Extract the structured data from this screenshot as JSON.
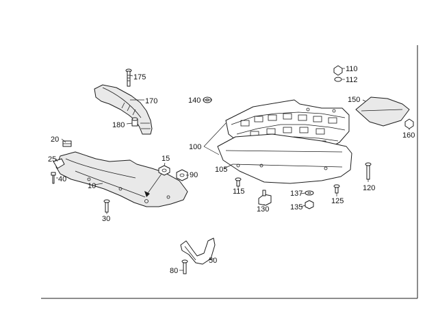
{
  "callouts": {
    "c10": "10",
    "c15": "15",
    "c20": "20",
    "c25": "25",
    "c30": "30",
    "c40": "40",
    "c50": "50",
    "c80": "80",
    "c90": "90",
    "c100": "100",
    "c105": "105",
    "c110": "110",
    "c112": "112",
    "c115": "115",
    "c120": "120",
    "c125": "125",
    "c130": "130",
    "c135": "135",
    "c137": "137",
    "c140": "140",
    "c150": "150",
    "c160": "160",
    "c170": "170",
    "c175": "175",
    "c180": "180"
  },
  "colors": {
    "line": "#1a1a1a",
    "shade": "#e9e9e9",
    "background": "#ffffff"
  }
}
